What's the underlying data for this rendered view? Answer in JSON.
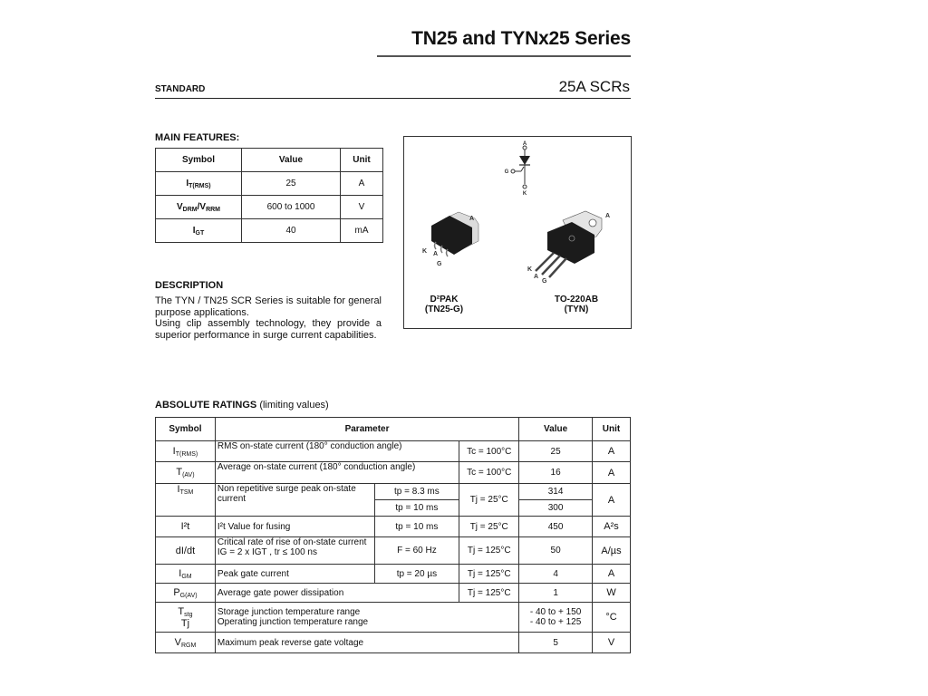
{
  "header": {
    "title": "TN25 and TYNx25 Series",
    "category": "STANDARD",
    "subtitle": "25A SCRs"
  },
  "main_features": {
    "heading": "MAIN FEATURES:",
    "columns": [
      "Symbol",
      "Value",
      "Unit"
    ],
    "rows": [
      {
        "symbol": "I",
        "symbol_sub": "T(RMS)",
        "value": "25",
        "unit": "A"
      },
      {
        "symbol": "V",
        "symbol_sub": "DRM",
        "symbol2": "/V",
        "symbol_sub2": "RRM",
        "value": "600 to 1000",
        "unit": "V"
      },
      {
        "symbol": "I",
        "symbol_sub": "GT",
        "value": "40",
        "unit": "mA"
      }
    ]
  },
  "description": {
    "heading": "DESCRIPTION",
    "text1": "The TYN / TN25 SCR Series is suitable for general purpose applications.",
    "text2": "Using clip assembly technology, they provide a superior performance in surge current capabilities."
  },
  "packages": {
    "schematic": {
      "anode": "A",
      "gate": "G",
      "cathode": "K"
    },
    "d2pak": {
      "label": "D²PAK",
      "sublabel": "(TN25-G)",
      "pins": [
        "K",
        "A",
        "G"
      ],
      "tab": "A"
    },
    "to220": {
      "label": "TO-220AB",
      "sublabel": "(TYN)",
      "pins": [
        "K",
        "A",
        "G"
      ],
      "tab": "A"
    }
  },
  "absolute_ratings": {
    "heading": "ABSOLUTE RATINGS",
    "heading_note": "(limiting values)",
    "columns": [
      "Symbol",
      "Parameter",
      "Value",
      "Unit"
    ],
    "rows": [
      {
        "symbol": "I",
        "symbol_sub": "T(RMS)",
        "parameter": "RMS on-state current (180° conduction angle)",
        "condition": "Tc = 100°C",
        "value": "25",
        "unit": "A"
      },
      {
        "symbol": "T",
        "symbol_sub": "(AV)",
        "parameter": "Average on-state current (180° conduction angle)",
        "condition": "Tc = 100°C",
        "value": "16",
        "unit": "A"
      },
      {
        "symbol": "I",
        "symbol_sub": "TSM",
        "parameter": "Non repetitive surge peak on-state current",
        "cond_a": "tp = 8.3 ms",
        "cond_b": "tp = 10 ms",
        "condition": "Tj = 25°C",
        "value_a": "314",
        "value_b": "300",
        "unit": "A"
      },
      {
        "symbol": "I²t",
        "parameter": "I²t Value for fusing",
        "cond1": "tp = 10 ms",
        "condition": "Tj = 25°C",
        "value": "450",
        "unit": "A²s"
      },
      {
        "symbol": "dI/dt",
        "parameter": "Critical rate of rise of on-state current",
        "parameter2": "IG = 2 x IGT , tr ≤ 100 ns",
        "cond1": "F = 60 Hz",
        "condition": "Tj = 125°C",
        "value": "50",
        "unit": "A/µs"
      },
      {
        "symbol": "I",
        "symbol_sub": "GM",
        "parameter": "Peak gate current",
        "cond1": "tp = 20 µs",
        "condition": "Tj = 125°C",
        "value": "4",
        "unit": "A"
      },
      {
        "symbol": "P",
        "symbol_sub": "G(AV)",
        "parameter": "Average gate power dissipation",
        "condition": "Tj = 125°C",
        "value": "1",
        "unit": "W"
      },
      {
        "symbol": "T",
        "symbol_sub": "stg",
        "symbol2": "Tj",
        "parameter": "Storage junction temperature range",
        "parameter2": "Operating junction temperature range",
        "value": "- 40 to + 150",
        "value2": "- 40 to + 125",
        "unit": "°C"
      },
      {
        "symbol": "V",
        "symbol_sub": "RGM",
        "parameter": "Maximum peak reverse gate voltage",
        "value": "5",
        "unit": "V"
      }
    ]
  }
}
